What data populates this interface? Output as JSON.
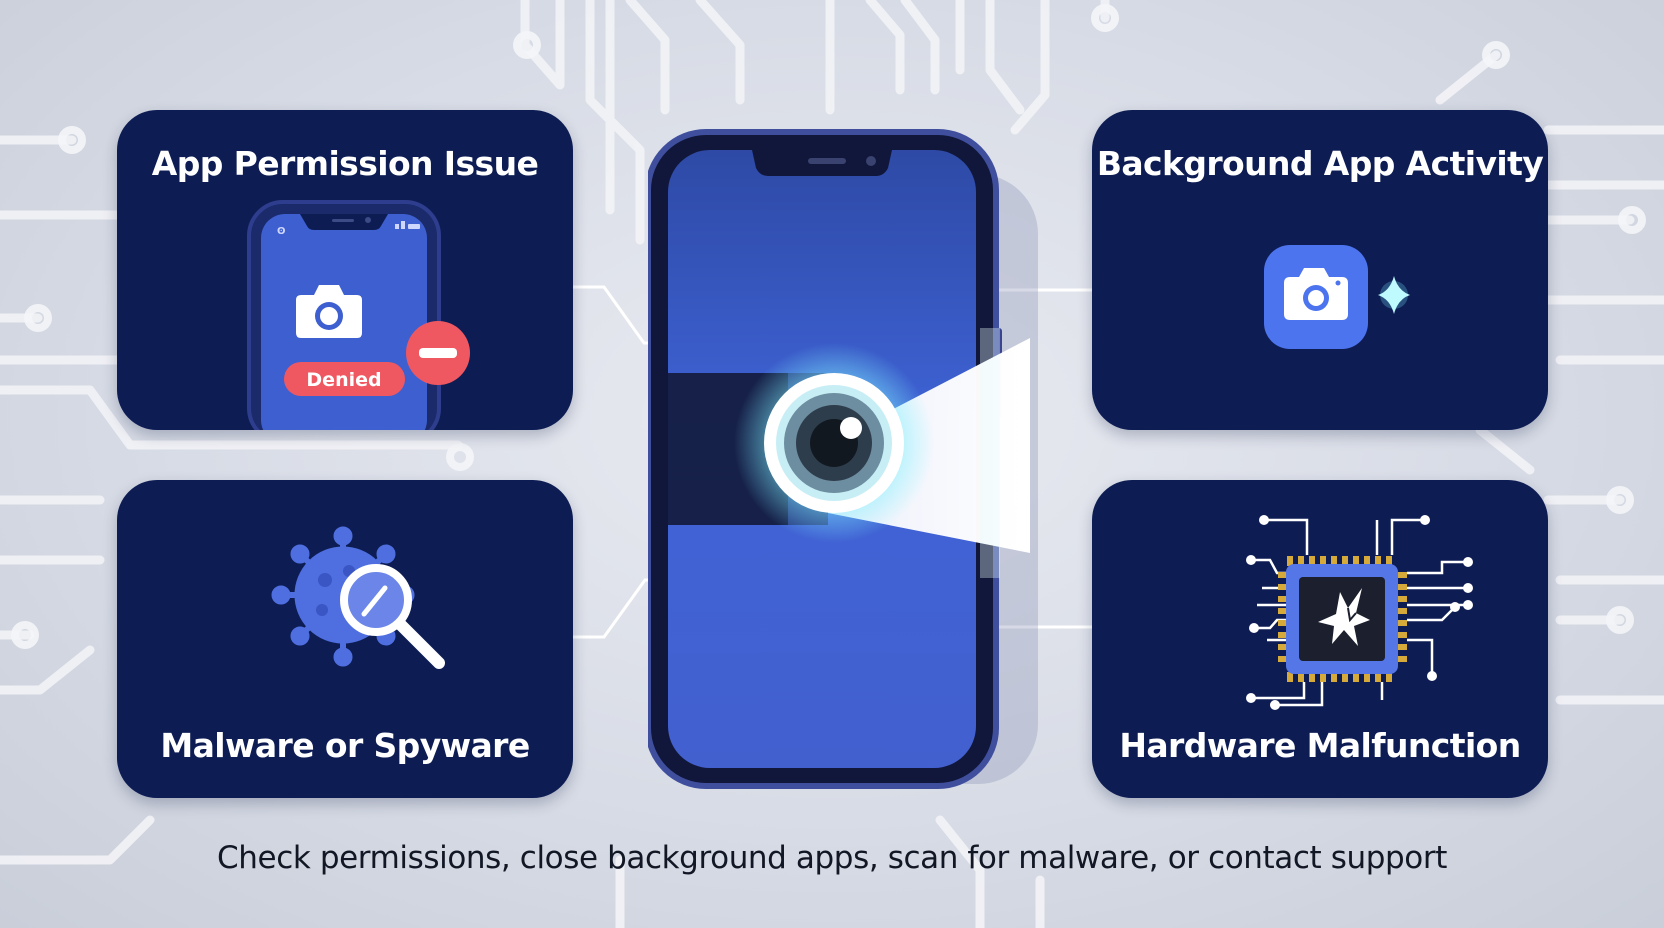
{
  "cards": {
    "permission": {
      "title": "App Permission Issue",
      "badge": "Denied"
    },
    "background": {
      "title": "Background App Activity"
    },
    "malware": {
      "title": "Malware or Spyware"
    },
    "hardware": {
      "title": "Hardware Malfunction"
    }
  },
  "footer": "Check permissions, close background apps, scan for malware, or contact support",
  "colors": {
    "card": "#0d1d54",
    "screen": "#3e5fcf",
    "denied": "#ef5861",
    "glow": "#7ff1ff",
    "accent": "#4d74ef"
  }
}
